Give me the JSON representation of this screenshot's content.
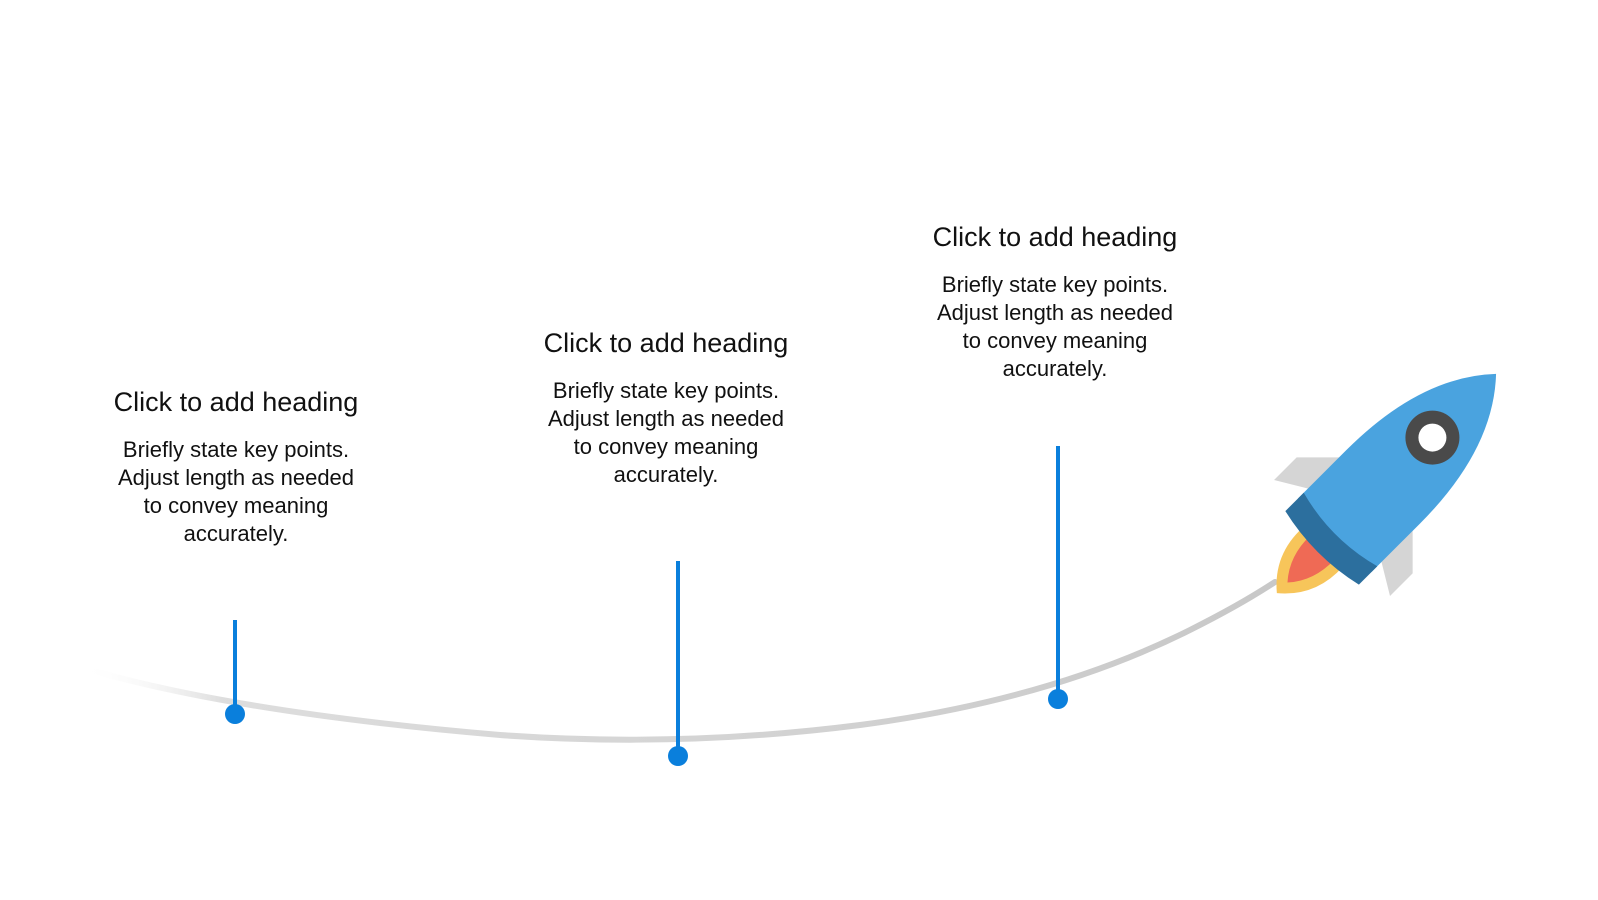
{
  "colors": {
    "accent": "#0a7fdc",
    "path": "#c8c8c8",
    "rocket_body": "#4aa3df",
    "rocket_band": "#2c6f9e",
    "rocket_wing": "#d5d5d5",
    "rocket_window_ring": "#4a4a4a",
    "flame_outer": "#f7c55a",
    "flame_inner": "#ef6a55"
  },
  "milestones": [
    {
      "heading": "Click to add heading",
      "body": "Briefly state key points. Adjust length as needed to convey meaning accurately."
    },
    {
      "heading": "Click to add heading",
      "body": "Briefly state key points. Adjust length as needed to convey meaning accurately."
    },
    {
      "heading": "Click to add heading",
      "body": "Briefly state key points. Adjust length as needed to convey meaning accurately."
    }
  ],
  "icons": [
    "rocket-icon"
  ]
}
